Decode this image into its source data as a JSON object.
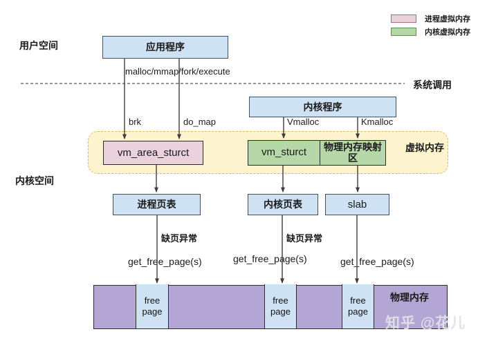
{
  "legend": {
    "items": [
      {
        "label": "进程虚拟内存",
        "color": "#ead1dc"
      },
      {
        "label": "内核虚拟内存",
        "color": "#b6d7a8"
      }
    ]
  },
  "regions": {
    "user_space": "用户空间",
    "kernel_space": "内核空间",
    "syscall": "系统调用",
    "virtual_memory": "虚拟内存",
    "physical_memory": "物理内存"
  },
  "nodes": {
    "app": "应用程序",
    "kernel_program": "内核程序",
    "vm_area_struct": "vm_area_sturct",
    "vm_struct": "vm_sturct",
    "phys_map_area": "物理内存映射区",
    "proc_page_table": "进程页表",
    "kernel_page_table": "内核页表",
    "slab": "slab",
    "free_page": "free page"
  },
  "edges": {
    "malloc": "malloc/mmap/fork/execute",
    "brk": "brk",
    "do_map": "do_map",
    "vmalloc": "Vmalloc",
    "kmalloc": "Kmalloc",
    "page_fault": "缺页异常",
    "get_free_page": "get_free_page(s)"
  },
  "watermark": "知乎 @花儿",
  "colors": {
    "box_blue": "#cfe2f3",
    "box_pink": "#ead1dc",
    "box_green": "#b6d7a8",
    "bar_purple": "#b3a6d4",
    "region_yellow": "#fdf3cf",
    "line": "#3d3d3d"
  }
}
